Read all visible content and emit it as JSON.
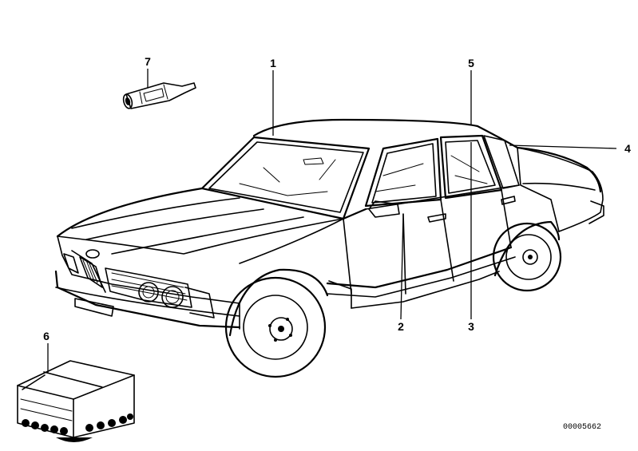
{
  "diagram": {
    "callouts": [
      {
        "id": "1",
        "label": "1"
      },
      {
        "id": "2",
        "label": "2"
      },
      {
        "id": "3",
        "label": "3"
      },
      {
        "id": "4",
        "label": "4"
      },
      {
        "id": "5",
        "label": "5"
      },
      {
        "id": "6",
        "label": "6"
      },
      {
        "id": "7",
        "label": "7"
      }
    ],
    "reference_number": "00005662"
  }
}
